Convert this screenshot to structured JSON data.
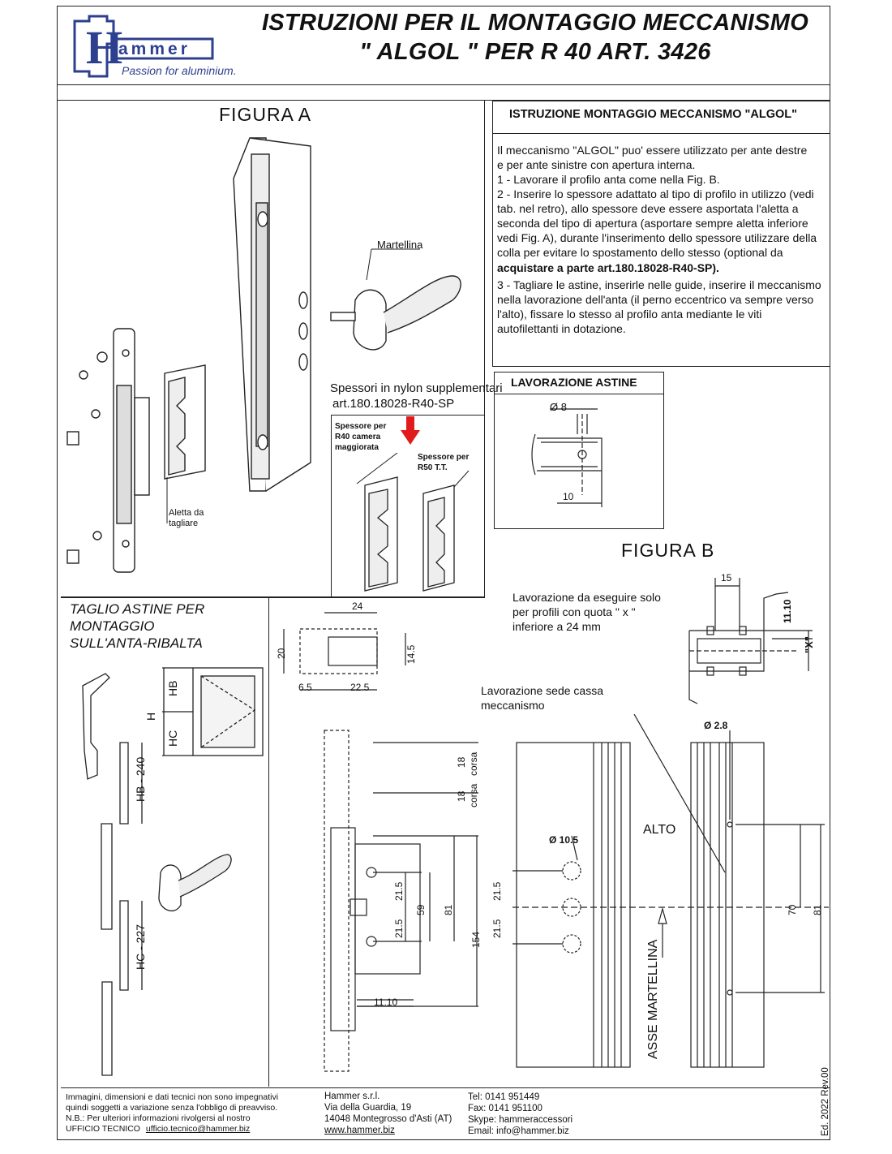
{
  "header": {
    "logo_letter": "H",
    "logo_word": "ammer",
    "tagline": "Passion for aluminium.",
    "title_line1": "ISTRUZIONI PER IL MONTAGGIO MECCANISMO",
    "title_line2": "\" ALGOL \" PER R 40 ART. 3426"
  },
  "figure_a": {
    "title": "FIGURA  A",
    "martellina": "Martellina",
    "spessori_title_1": "Spessori in nylon supplementari",
    "spessori_title_2": "art.180.18028-R40-SP",
    "spessore_r40_1": "Spessore per",
    "spessore_r40_2": "R40 camera",
    "spessore_r40_3": "maggiorata",
    "spessore_r50_1": "Spessore per",
    "spessore_r50_2": "R50 T.T.",
    "aletta_1": "Aletta da",
    "aletta_2": "tagliare"
  },
  "instructions": {
    "title": "ISTRUZIONE MONTAGGIO MECCANISMO \"ALGOL\"",
    "lines": [
      "Il meccanismo \"ALGOL\" puo' essere utilizzato per ante destre",
      "e per ante sinistre con apertura interna.",
      "1 - Lavorare il profilo anta come nella Fig. B.",
      "2 - Inserire lo spessore adattato al tipo di profilo in utilizzo (vedi",
      "tab. nel retro), allo spessore deve essere asportata l'aletta a",
      "seconda del tipo di apertura (asportare sempre aletta inferiore",
      "vedi Fig. A), durante l'inserimento dello spessore utilizzare della",
      "colla per evitare lo spostamento dello stesso (optional da",
      "acquistare a parte art.180.18028-R40-SP).",
      "3 - Tagliare le astine, inserirle nelle guide, inserire il meccanismo",
      "nella lavorazione dell'anta (il perno eccentrico va sempre verso",
      "l'alto), fissare lo stesso al profilo anta mediante le viti",
      "autofilettanti in dotazione."
    ]
  },
  "lavorazione_astine": {
    "title": "LAVORAZIONE ASTINE",
    "dia": "Ø 8",
    "dim": "10"
  },
  "figure_b": {
    "title": "FIGURA  B",
    "note_1": "Lavorazione da eseguire  solo",
    "note_2": "per profili con quota \" x \"",
    "note_3": "inferiore a 24 mm",
    "dim_15": "15",
    "dim_1110": "11.10",
    "dim_x": "\"X\"",
    "sede_1": "Lavorazione sede cassa",
    "sede_2": "meccanismo",
    "dia_28": "Ø 2.8",
    "alto": "ALTO",
    "dia_105": "Ø 10.5",
    "asse": "ASSE MARTELLINA",
    "dim_70": "70",
    "dim_81": "81",
    "dim_215a": "21.5",
    "dim_215b": "21.5"
  },
  "taglio": {
    "title_1": "TAGLIO ASTINE PER",
    "title_2": "MONTAGGIO",
    "title_3": "SULL'ANTA-RIBALTA",
    "hb": "HB",
    "hc": "HC",
    "h": "H",
    "hb240": "HB - 240",
    "hc227": "HC - 227"
  },
  "mechanism": {
    "dim_24": "24",
    "dim_20": "20",
    "dim_145": "14.5",
    "dim_65": "6.5",
    "dim_225": "22.5",
    "corsa_18a": "18",
    "corsa_a": "corsa",
    "corsa_18b": "18",
    "corsa_b": "corsa",
    "dim_215a": "21.5",
    "dim_215b": "21.5",
    "dim_59": "59",
    "dim_81": "81",
    "dim_154": "154",
    "dim_1110": "11.10"
  },
  "footer": {
    "disclaimer": [
      "Immagini, dimensioni e dati tecnici non sono impegnativi",
      "quindi soggetti a variazione senza l'obbligo di preavviso.",
      "N.B.: Per ulteriori informazioni rivolgersi al nostro"
    ],
    "ufficio_label": "UFFICIO TECNICO",
    "ufficio_email": "ufficio.tecnico@hammer.biz",
    "company": "Hammer s.r.l.",
    "street": "Via della Guardia, 19",
    "city": "14048 Montegrosso d'Asti (AT)",
    "website": "www.hammer.biz",
    "tel": "Tel: 0141 951449",
    "fax": "Fax: 0141 951100",
    "skype": "Skype: hammeraccessori",
    "email": "Email: info@hammer.biz",
    "edition": "Ed. 2022 Rev.00"
  },
  "colors": {
    "brand": "#2d3f8f",
    "arrow": "#e11b1b",
    "ink": "#111111"
  }
}
